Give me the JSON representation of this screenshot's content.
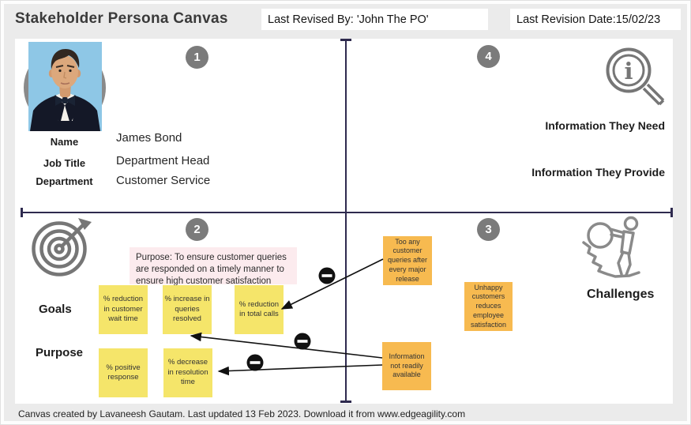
{
  "header": {
    "title": "Stakeholder Persona Canvas",
    "revised_by": "Last Revised By: 'John The PO'",
    "revision_date": "Last Revision Date:15/02/23"
  },
  "persona": {
    "badge": "1",
    "fields": [
      {
        "label": "Name",
        "value": "James Bond"
      },
      {
        "label": "Job Title",
        "value": "Department Head"
      },
      {
        "label": "Department",
        "value": "Customer Service"
      }
    ]
  },
  "information": {
    "badge": "4",
    "need_label": "Information They Need",
    "provide_label": "Information They Provide"
  },
  "goals": {
    "badge": "2",
    "section_label": "Goals",
    "purpose_label": "Purpose",
    "purpose_note": "Purpose: To ensure customer queries are responded on a timely manner to ensure high customer satisfaction",
    "notes": [
      {
        "text": "% reduction in customer wait time"
      },
      {
        "text": "% increase in queries resolved"
      },
      {
        "text": "% reduction in total calls"
      },
      {
        "text": "% positive response"
      },
      {
        "text": "% decrease in resolution time"
      }
    ]
  },
  "challenges": {
    "badge": "3",
    "label": "Challenges",
    "notes": [
      {
        "text": "Too any customer queries after every major release"
      },
      {
        "text": "Unhappy customers reduces employee satisfaction"
      },
      {
        "text": "Information not readily available"
      }
    ]
  },
  "footer": {
    "credit": "Canvas created by Lavaneesh Gautam. Last updated 13 Feb 2023. Download it from www.edgeagility.com"
  },
  "icons": {
    "information": "info-magnifier-icon",
    "goals": "target-dart-icon",
    "challenges": "boulder-push-icon",
    "relation": "minus-circle-icon"
  },
  "colors": {
    "axis": "#2e2a4e",
    "yellow_note": "#f5e56a",
    "orange_note": "#f7ba50",
    "pink_note": "#fcebee",
    "badge_gray": "#7b7b7b",
    "icon_gray": "#767676",
    "frame_gray": "#ebebeb"
  }
}
